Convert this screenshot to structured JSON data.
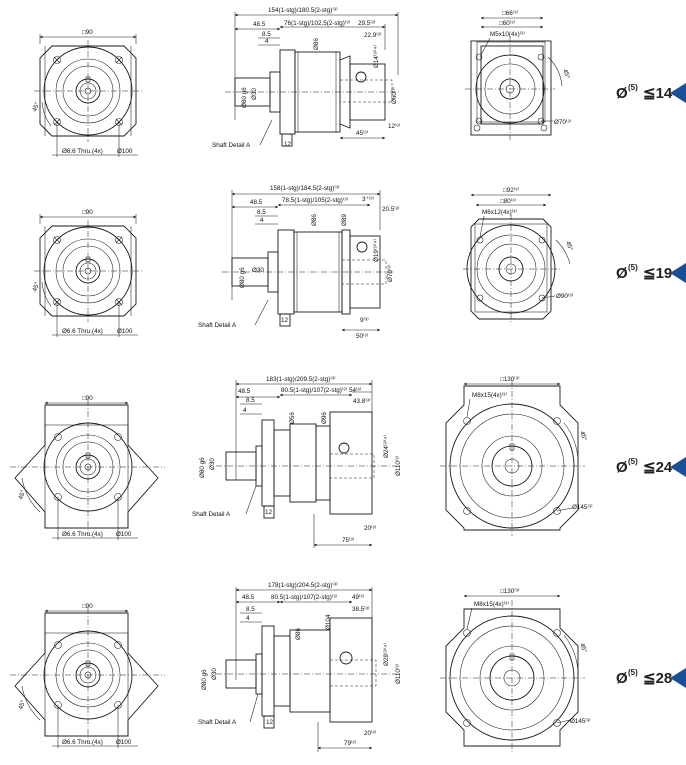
{
  "rows": [
    {
      "front": {
        "square": "□90",
        "bolt": "Ø6.6 Thru.(4x)",
        "pcd": "Ø100",
        "angle": "45°"
      },
      "side": {
        "overall": "154(1-stg)/180.5(2-stg)⁽³⁾",
        "d1": "76(1-stg)/102.5(2-stg)⁽³⁾",
        "d2": "29.5⁽³⁾",
        "d3": "22.9⁽³⁾",
        "shaft_len": "48.5",
        "d85": "8.5",
        "d4": "4",
        "pilot": "Ø80 g6",
        "shaft": "Ø30",
        "body": "Ø86",
        "flange": "Ø14⁽³⁾⁽⁴⁾",
        "out": "Ø60⁽³⁾",
        "d12": "12",
        "d45": "45⁽³⁾",
        "d12b": "12⁽³⁾",
        "shaft_detail": "Shaft Detail  A"
      },
      "input": {
        "sq1": "□66⁽³⁾",
        "sq2": "□60⁽³⁾",
        "thread": "M5x10(4x)⁽³⁾",
        "pcd": "Ø70⁽³⁾",
        "angle": "45°"
      },
      "badge": {
        "label": "Ø",
        "sup": "(5)",
        "value": "≦14"
      }
    },
    {
      "front": {
        "square": "□90",
        "bolt": "Ø6.6 Thru.(4x)",
        "pcd": "Ø100",
        "angle": "45°"
      },
      "side": {
        "overall": "158(1-stg)/184.5(2-stg)⁽³⁾",
        "d1": "78.5(1-stg)/105(2-stg)⁽³⁾",
        "d2": "3⁺⁽³⁾",
        "d3": "20.5⁽³⁾",
        "shaft_len": "48.5",
        "d85": "8.5",
        "d4": "4",
        "pilot": "Ø80 g6",
        "shaft": "Ø30",
        "body": "Ø86",
        "flange": "Ø89",
        "out": "Ø19⁽³⁾⁽⁴⁾",
        "out2": "Ø70⁽³⁾",
        "d12": "12",
        "d45": "50⁽³⁾",
        "d12b": "9⁽³⁾",
        "shaft_detail": "Shaft Detail  A"
      },
      "input": {
        "sq1": "□92⁽³⁾",
        "sq2": "□80⁽³⁾",
        "thread": "M6x12(4x)⁽³⁾",
        "pcd": "Ø90⁽³⁾",
        "angle": "45°"
      },
      "badge": {
        "label": "Ø",
        "sup": "(5)",
        "value": "≦19"
      }
    },
    {
      "front": {
        "square": "□90",
        "bolt": "Ø6.6 Thru.(4x)",
        "pcd": "Ø100",
        "angle": "45°"
      },
      "side": {
        "overall": "183(1-stg)/209.5(2-stg)⁽³⁾",
        "d1": "80.5(1-stg)/107(2-stg)⁽³⁾",
        "d2": "54⁽³⁾",
        "d3": "43.8⁽³⁾",
        "shaft_len": "48.5",
        "d85": "8.5",
        "d4": "4",
        "pilot": "Ø80 g6",
        "shaft": "Ø30",
        "body": "Ø56",
        "flange": "Ø96",
        "out": "Ø24⁽³⁾⁽⁴⁾",
        "out2": "Ø110⁽³⁾",
        "d12": "12",
        "d45": "75⁽³⁾",
        "d12b": "20⁽³⁾",
        "shaft_detail": "Shaft Detail  A"
      },
      "input": {
        "sq1": "□130⁽³⁾",
        "thread": "M8x15(4x)⁽³⁾",
        "pcd": "Ø145⁽³⁾",
        "angle": "45°"
      },
      "badge": {
        "label": "Ø",
        "sup": "(5)",
        "value": "≦24"
      }
    },
    {
      "front": {
        "square": "□90",
        "bolt": "Ø6.6 Thru.(4x)",
        "pcd": "Ø100",
        "angle": "45°"
      },
      "side": {
        "overall": "178(1-stg)/204.5(2-stg)⁽³⁾",
        "d1": "80.5(1-stg)/107(2-stg)⁽³⁾",
        "d2": "49⁽³⁾",
        "d3": "38.5⁽³⁾",
        "shaft_len": "48.5",
        "d85": "8.5",
        "d4": "4",
        "pilot": "Ø80 g6",
        "shaft": "Ø30",
        "body": "Ø86",
        "flange": "Ø104",
        "out": "Ø28⁽³⁾⁽⁴⁾",
        "out2": "Ø110⁽³⁾",
        "d12": "12",
        "d45": "79⁽³⁾",
        "d12b": "20⁽³⁾",
        "shaft_detail": "Shaft Detail  A"
      },
      "input": {
        "sq1": "□130⁽³⁾",
        "thread": "M8x15(4x)⁽³⁾",
        "pcd": "Ø145⁽³⁾",
        "angle": "45°"
      },
      "badge": {
        "label": "Ø",
        "sup": "(5)",
        "value": "≦28"
      }
    }
  ],
  "colors": {
    "arrow": "#1a4f95",
    "line": "#1a1a1a"
  }
}
